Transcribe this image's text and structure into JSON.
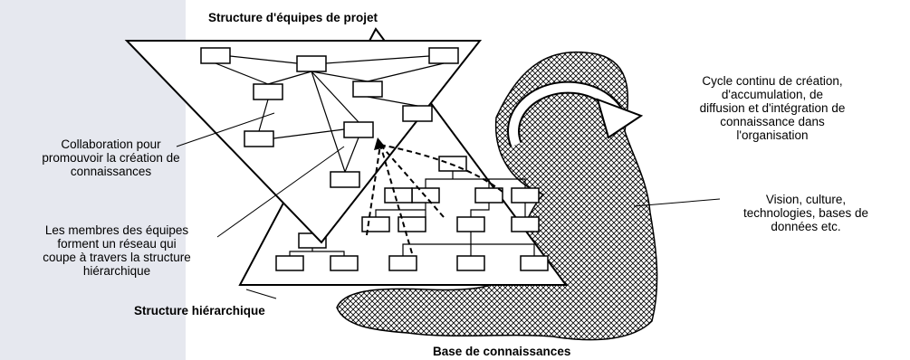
{
  "titles": {
    "top": "Structure d'équipes de projet",
    "hierarchy": "Structure hiérarchique",
    "knowledge_base": "Base de connaissances"
  },
  "labels": {
    "cycle": "Cycle continu de création,\nd'accumulation, de\ndiffusion et d'intégration de\nconnaissance dans\nl'organisation",
    "collaboration": "Collaboration pour\npromouvoir la création de\nconnaissances",
    "members": "Les membres des équipes\nforment un réseau qui\ncoupe à travers la structure\nhiérarchique",
    "vision": "Vision, culture,\ntechnologies, bases de\ndonnées etc."
  },
  "colors": {
    "left_panel": "#e6e8ef",
    "ink": "#000000",
    "hatch": "#000000"
  }
}
